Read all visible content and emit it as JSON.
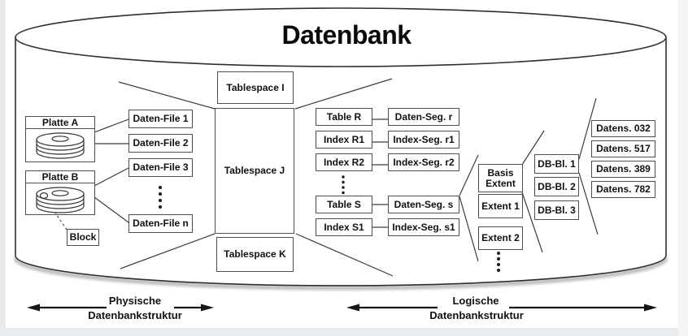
{
  "title": "Datenbank",
  "physical": {
    "disk_a_label": "Platte A",
    "disk_b_label": "Platte B",
    "block_label": "Block",
    "data_files": [
      "Daten-File 1",
      "Daten-File 2",
      "Daten-File 3",
      "Daten-File n"
    ]
  },
  "tablespaces": [
    "Tablespace I",
    "Tablespace J",
    "Tablespace K"
  ],
  "segments": {
    "rows": [
      {
        "object": "Table R",
        "segment": "Daten-Seg. r"
      },
      {
        "object": "Index R1",
        "segment": "Index-Seg. r1"
      },
      {
        "object": "Index R2",
        "segment": "Index-Seg. r2"
      },
      {
        "object": "Table S",
        "segment": "Daten-Seg. s"
      },
      {
        "object": "Index S1",
        "segment": "Index-Seg. s1"
      }
    ]
  },
  "extents": {
    "basis_line1": "Basis",
    "basis_line2": "Extent",
    "items": [
      "Extent 1",
      "Extent 2"
    ]
  },
  "db_blocks": [
    "DB-Bl. 1",
    "DB-Bl. 2",
    "DB-Bl. 3"
  ],
  "records": [
    "Datens. 032",
    "Datens. 517",
    "Datens. 389",
    "Datens. 782"
  ],
  "legend": {
    "physical_line1": "Physische",
    "physical_line2": "Datenbankstruktur",
    "logical_line1": "Logische",
    "logical_line2": "Datenbankstruktur"
  },
  "colors": {
    "line": "#3c3c3c",
    "box_border": "#4f4f4f",
    "text": "#111111",
    "canvas": "#ffffff",
    "frame_strip": "#e9edf0"
  }
}
